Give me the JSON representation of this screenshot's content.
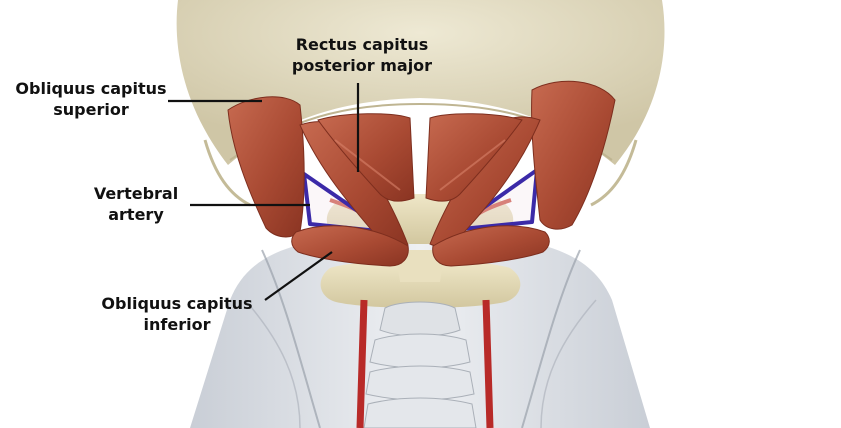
{
  "labels": {
    "obliquus_superior": {
      "line1": "Obliquus capitus",
      "line2": "superior"
    },
    "rectus_major": {
      "line1": "Rectus capitus",
      "line2": "posterior major"
    },
    "vertebral_artery": {
      "line1": "Vertebral",
      "line2": "artery"
    },
    "obliquus_inferior": {
      "line1": "Obliquus capitus",
      "line2": "inferior"
    }
  },
  "colors": {
    "background": "#ffffff",
    "skull": "#e2dcc2",
    "muscle": "#b2523a",
    "muscle_dark": "#8f3a26",
    "muscle_highlight": "#d9826a",
    "vertebral_artery": "#b82a28",
    "triangle_outline": "#3b2aa8",
    "bone": "#e6dcba",
    "soft_tissue": "#d8dde3",
    "leader_line": "#111111"
  }
}
